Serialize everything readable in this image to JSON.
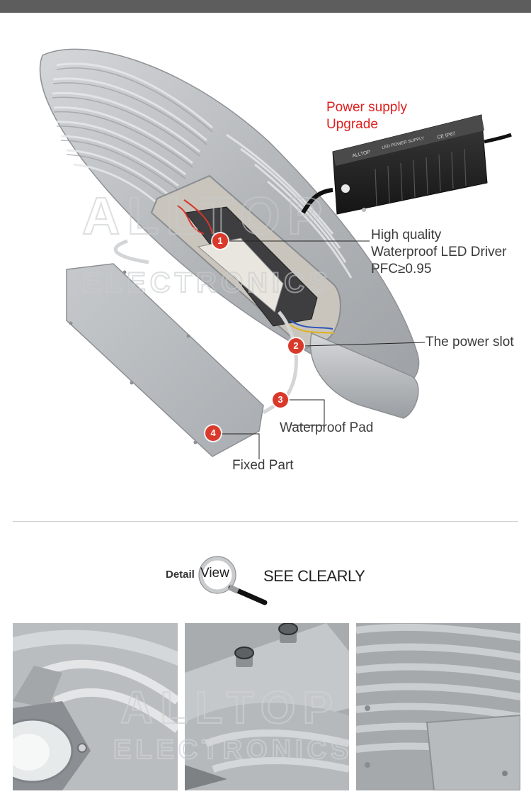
{
  "watermark": {
    "line1": "ALLTOP",
    "line2": "ELECTRONICS"
  },
  "callouts": {
    "power_supply": {
      "line1": "Power supply",
      "line2": "Upgrade"
    },
    "driver": {
      "line1": "High quality",
      "line2": "Waterproof LED Driver",
      "line3": "PFC≥0.95"
    },
    "power_slot": "The power slot",
    "waterproof_pad": "Waterproof Pad",
    "fixed_part": "Fixed Part"
  },
  "badges": {
    "b1": "1",
    "b2": "2",
    "b3": "3",
    "b4": "4"
  },
  "driver_box": {
    "brand": "ALLTOP",
    "title": "LED POWER SUPPLY",
    "certs": "CE IP67"
  },
  "detail": {
    "detail_word": "Detail",
    "view_word": "View",
    "see_clearly": "SEE CLEARLY"
  },
  "colors": {
    "top_bar": "#5d5d5d",
    "callout_red": "#e02020",
    "badge_red": "#d9392b",
    "housing_grey": "#b9bcbf"
  },
  "icons": {
    "magnifier": "magnifier-icon"
  }
}
